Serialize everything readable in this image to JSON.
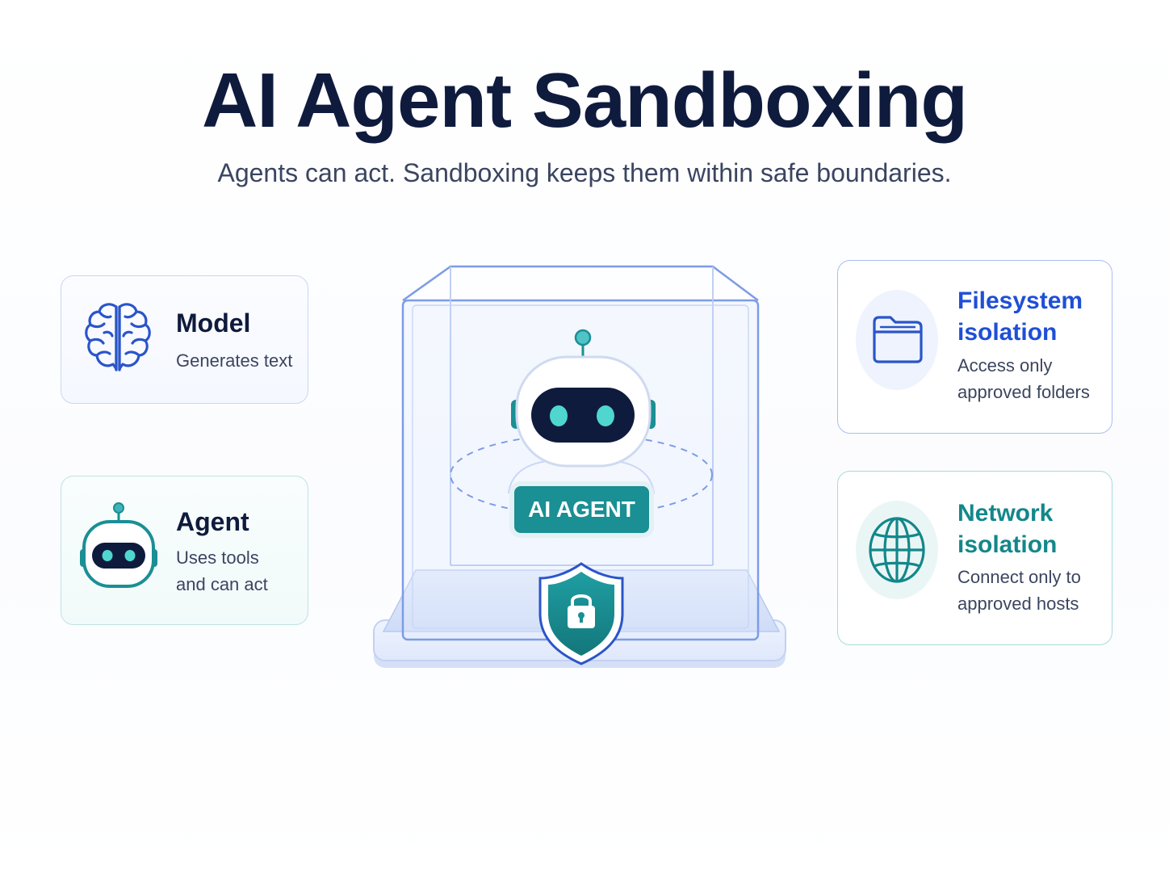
{
  "header": {
    "title": "AI Agent Sandboxing",
    "subtitle": "Agents can act. Sandboxing keeps them within safe boundaries."
  },
  "cards": {
    "model": {
      "title": "Model",
      "desc": "Generates text",
      "icon": "brain-icon"
    },
    "agent": {
      "title": "Agent",
      "desc_line1": "Uses tools",
      "desc_line2": "and can act",
      "icon": "robot-icon"
    },
    "filesystem": {
      "title_line1": "Filesystem",
      "title_line2": "isolation",
      "desc_line1": "Access only",
      "desc_line2": "approved folders",
      "icon": "folder-icon"
    },
    "network": {
      "title_line1": "Network",
      "title_line2": "isolation",
      "desc_line1": "Connect only to",
      "desc_line2": "approved hosts",
      "icon": "globe-icon"
    }
  },
  "sandbox": {
    "badge": "AI AGENT",
    "icons": [
      "robot-icon",
      "shield-lock-icon"
    ]
  },
  "colors": {
    "navy": "#0f1b3d",
    "blue": "#1f4fd6",
    "teal": "#1a8f94",
    "eye": "#4fd6d0"
  }
}
